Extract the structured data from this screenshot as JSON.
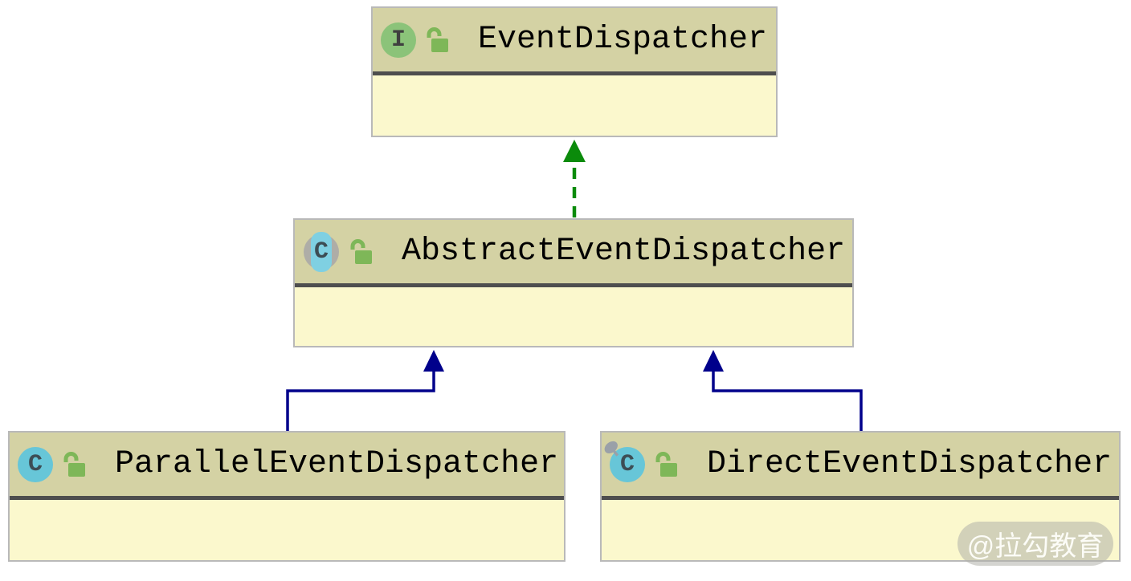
{
  "diagram": {
    "kind": "uml-class-diagram",
    "watermark": {
      "text": "@拉勾教育"
    },
    "classes": [
      {
        "id": "event-dispatcher",
        "name": "EventDispatcher",
        "stereotype": "interface",
        "badge": "I",
        "access": "public"
      },
      {
        "id": "abstract-event-dispatcher",
        "name": "AbstractEventDispatcher",
        "stereotype": "abstract-class",
        "badge": "C",
        "access": "public"
      },
      {
        "id": "parallel-event-dispatcher",
        "name": "ParallelEventDispatcher",
        "stereotype": "class",
        "badge": "C",
        "access": "public"
      },
      {
        "id": "direct-event-dispatcher",
        "name": "DirectEventDispatcher",
        "stereotype": "final-class",
        "badge": "C",
        "access": "public"
      }
    ],
    "relations": [
      {
        "from": "AbstractEventDispatcher",
        "to": "EventDispatcher",
        "type": "implements",
        "line": "dashed",
        "color": "#0b8b0b"
      },
      {
        "from": "ParallelEventDispatcher",
        "to": "AbstractEventDispatcher",
        "type": "extends",
        "line": "solid",
        "color": "#00008b"
      },
      {
        "from": "DirectEventDispatcher",
        "to": "AbstractEventDispatcher",
        "type": "extends",
        "line": "solid",
        "color": "#00008b"
      }
    ],
    "colors": {
      "header": "#d4d2a4",
      "body": "#fbf8cd",
      "border": "#b9b9b9",
      "separator": "#4e4e4e",
      "interface_icon": "#8bc379",
      "class_icon": "#67c6d8",
      "abstract_disc": "#aeada7",
      "abstract_pill": "#7fd0e2",
      "lock": "#7eb758",
      "extends_arrow": "#00008b",
      "implements_arrow": "#0b8b0b"
    }
  }
}
